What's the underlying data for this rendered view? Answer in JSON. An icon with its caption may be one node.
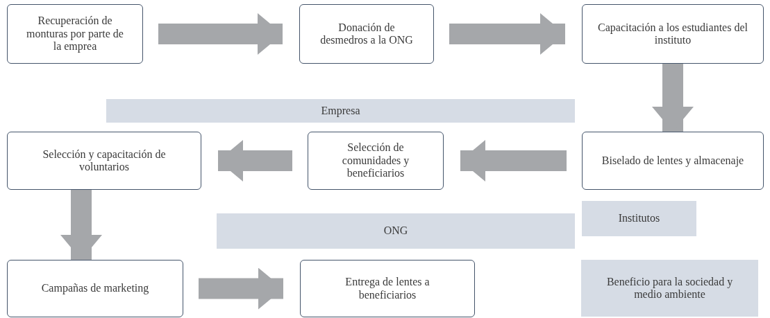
{
  "diagram": {
    "nodes": [
      {
        "text": [
          "Recuperación de monturas por parte de la emprea"
        ]
      },
      {
        "text": [
          "Donación de desmedros a la ONG"
        ]
      },
      {
        "text": [
          "Capacitación a los estudiantes del instituto"
        ]
      },
      {
        "text": [
          "Empresa"
        ]
      },
      {
        "text": [
          "Selección y capacitación de voluntarios"
        ]
      },
      {
        "text": [
          "Selección de comunidades y beneficiarios"
        ]
      },
      {
        "text": [
          "Biselado de lentes y almacenaje"
        ]
      },
      {
        "text": [
          "Institutos"
        ]
      },
      {
        "text": [
          "ONG"
        ]
      },
      {
        "text": [
          "Campañas de marketing"
        ]
      },
      {
        "text": [
          "Entrega de lentes a beneficiarios"
        ]
      },
      {
        "text": [
          "Beneficio para la sociedad y medio ambiente"
        ]
      }
    ],
    "edges": [
      {
        "from": 0,
        "to": 1,
        "arrow": "to"
      },
      {
        "from": 1,
        "to": 2,
        "arrow": "to"
      },
      {
        "from": 2,
        "to": 6,
        "arrow": "to"
      },
      {
        "from": 6,
        "to": 5,
        "arrow": "to"
      },
      {
        "from": 5,
        "to": 4,
        "arrow": "to"
      },
      {
        "from": 4,
        "to": 9,
        "arrow": "to"
      },
      {
        "from": 9,
        "to": 10,
        "arrow": "to"
      }
    ]
  }
}
